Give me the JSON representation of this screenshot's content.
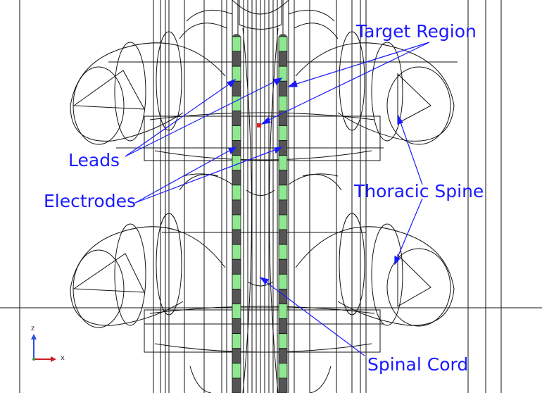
{
  "labels": {
    "target_region": "Target Region",
    "leads": "Leads",
    "electrodes": "Electrodes",
    "thoracic_spine": "Thoracic Spine",
    "spinal_cord": "Spinal Cord"
  },
  "triad": {
    "z": "z",
    "x": "x"
  },
  "leads": {
    "contacts_per_lead": 24
  },
  "colors": {
    "annotation": "#1a1aff",
    "electrode_active": "#8ee88e",
    "electrode_inactive": "#555555",
    "target_marker": "#e02020",
    "wireframe": "#111111"
  }
}
